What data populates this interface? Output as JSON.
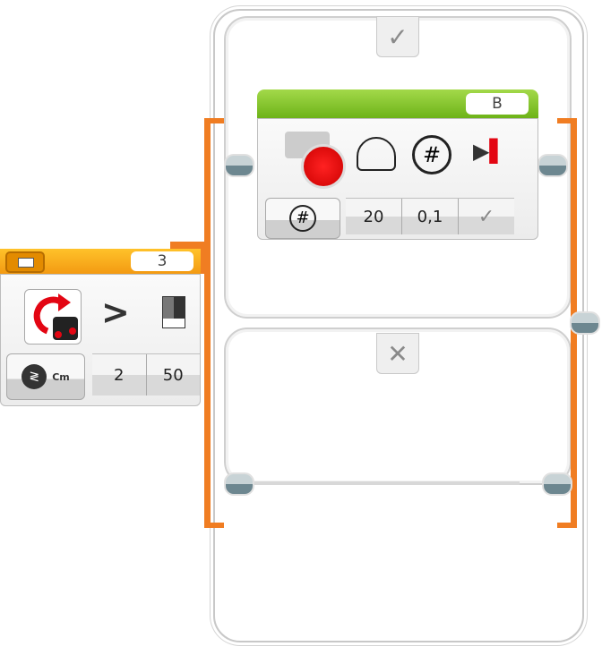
{
  "switch": {
    "true_case_icon": "checkmark-icon",
    "false_case_icon": "x-icon",
    "true_symbol": "✓",
    "false_symbol": "✕"
  },
  "sensor_block": {
    "port": "3",
    "mode_icon": "ultrasonic-compare-icon",
    "mode_label": "Cm",
    "comparison": ">",
    "params": [
      "2",
      "50"
    ],
    "color": "#f7a21b"
  },
  "motor_block": {
    "port": "B",
    "mode_icon": "rotations-icon",
    "params": [
      "20",
      "0,1",
      "✓"
    ],
    "color": "#7cc51e"
  },
  "colors": {
    "bracket": "#f07d22",
    "motor_red": "#e30613"
  }
}
